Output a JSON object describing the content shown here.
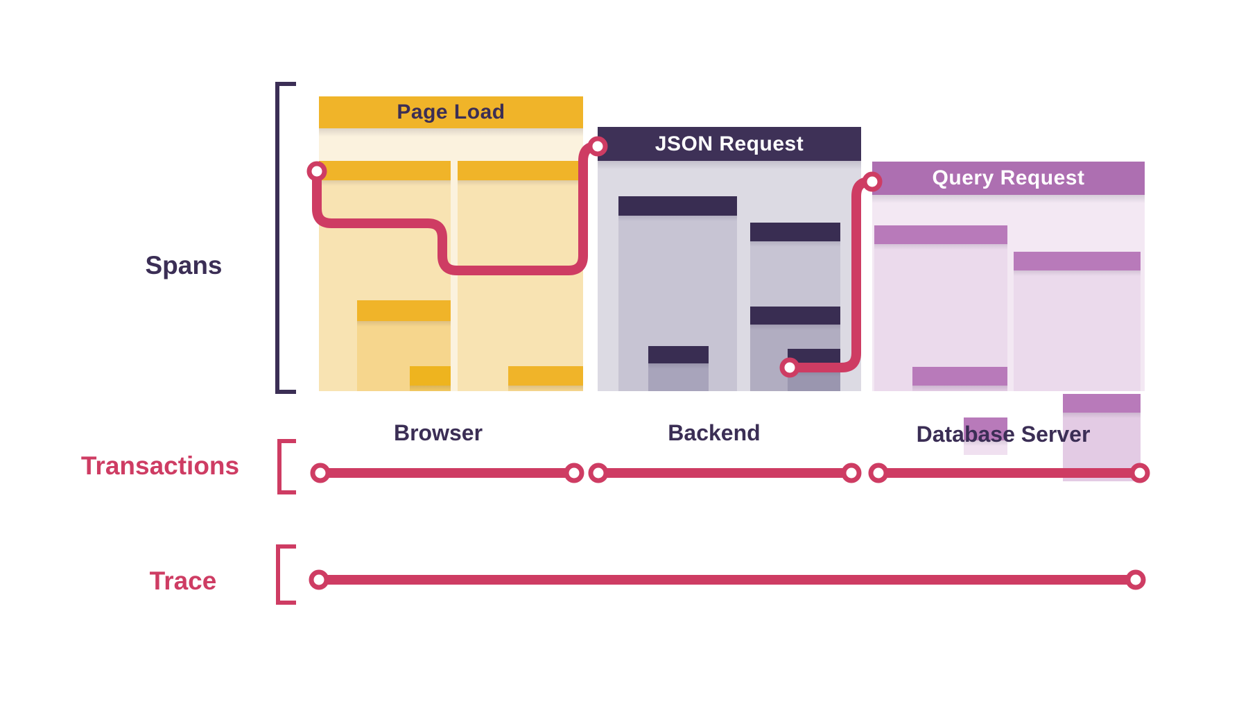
{
  "colors": {
    "accent_red": "#CE3C63",
    "navy": "#3B2E55",
    "gold": "#F0B429",
    "purple": "#AD6FB1",
    "json_header": "#3E3157"
  },
  "row_labels": {
    "spans": "Spans",
    "transactions": "Transactions",
    "trace": "Trace"
  },
  "panels": {
    "page_load": {
      "title": "Page Load"
    },
    "json_request": {
      "title": "JSON Request"
    },
    "query_request": {
      "title": "Query Request"
    }
  },
  "column_labels": {
    "browser": "Browser",
    "backend": "Backend",
    "database_server": "Database Server"
  }
}
